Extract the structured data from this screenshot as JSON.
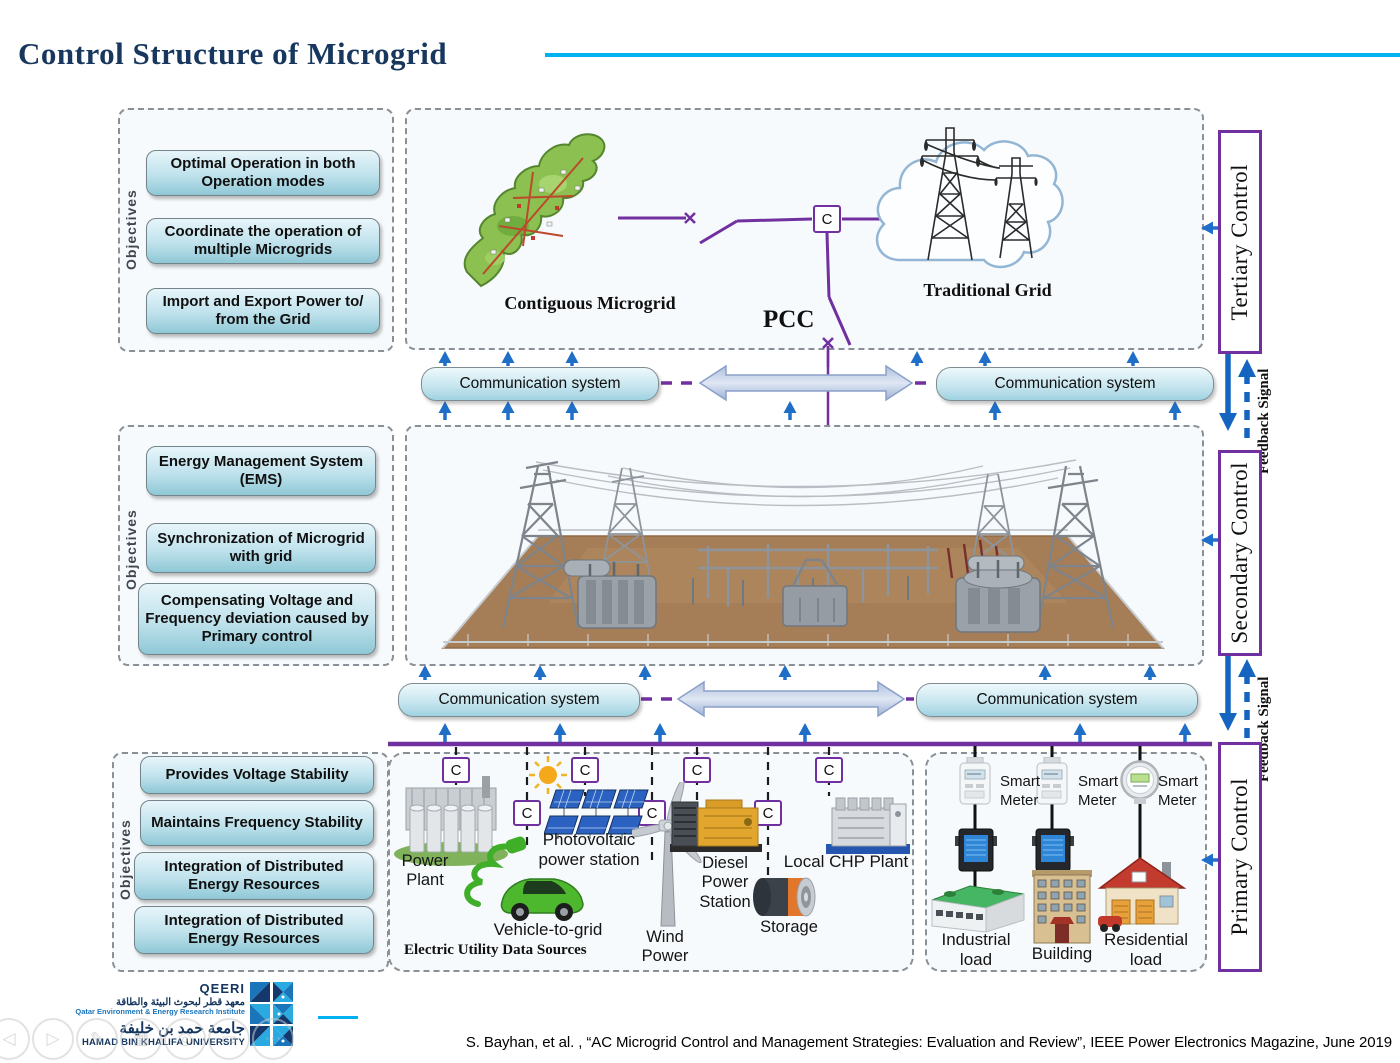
{
  "slide": {
    "title": "Control Structure of Microgrid",
    "footer_citation": "S. Bayhan, et al. , “AC Microgrid Control and Management Strategies: Evaluation and Review”, IEEE Power Electronics Magazine, June 2019"
  },
  "labels": {
    "objectives": "Objectives",
    "communication": "Communication system",
    "feedback": "Feedback Signal",
    "breaker": "C",
    "pcc": "PCC"
  },
  "tertiary": {
    "control": "Tertiary Control",
    "objectives": [
      "Optimal Operation in both Operation modes",
      "Coordinate the operation of multiple Microgrids",
      "Import and Export Power to/ from the Grid"
    ],
    "microgrid_label": "Contiguous Microgrid",
    "grid_label": "Traditional Grid"
  },
  "secondary": {
    "control": "Secondary Control",
    "objectives": [
      "Energy Management System (EMS)",
      "Synchronization of Microgrid with grid",
      "Compensating Voltage and Frequency deviation caused by Primary control"
    ]
  },
  "primary": {
    "control": "Primary Control",
    "objectives": [
      "Provides Voltage Stability",
      "Maintains Frequency Stability",
      "Integration of Distributed Energy Resources",
      "Integration of Distributed Energy Resources"
    ]
  },
  "der": {
    "power_plant": "Power Plant",
    "pv": "Photovoltaic power station",
    "v2g": "Vehicle-to-grid",
    "wind": "Wind Power",
    "diesel": "Diesel Power Station",
    "storage": "Storage",
    "chp": "Local CHP Plant",
    "caption": "Electric Utility  Data Sources"
  },
  "loads": {
    "smart_meter": "Smart Meter",
    "industrial": "Industrial load",
    "building": "Building",
    "residential": "Residential load"
  },
  "logo": {
    "org": "QEERI",
    "org_ar": "معهد قطر لبحوث البيئة والطاقة",
    "org_en": "Qatar Environment & Energy Research Institute",
    "univ_ar": "جامعة حمد بن خليفة",
    "univ_en": "HAMAD BIN KHALIFA UNIVERSITY"
  },
  "toolbar": [
    {
      "name": "previous",
      "glyph": "◁"
    },
    {
      "name": "play",
      "glyph": "▷"
    },
    {
      "name": "pen",
      "glyph": "✎"
    },
    {
      "name": "grid",
      "glyph": "▦"
    },
    {
      "name": "zoom",
      "glyph": "◎"
    },
    {
      "name": "notes",
      "glyph": "▭"
    },
    {
      "name": "more",
      "glyph": "⋯"
    }
  ],
  "colors": {
    "accent_purple": "#7030a0",
    "arrow_blue": "#1f6fc9",
    "rule_cyan": "#00b0f0",
    "title_navy": "#17375e"
  }
}
